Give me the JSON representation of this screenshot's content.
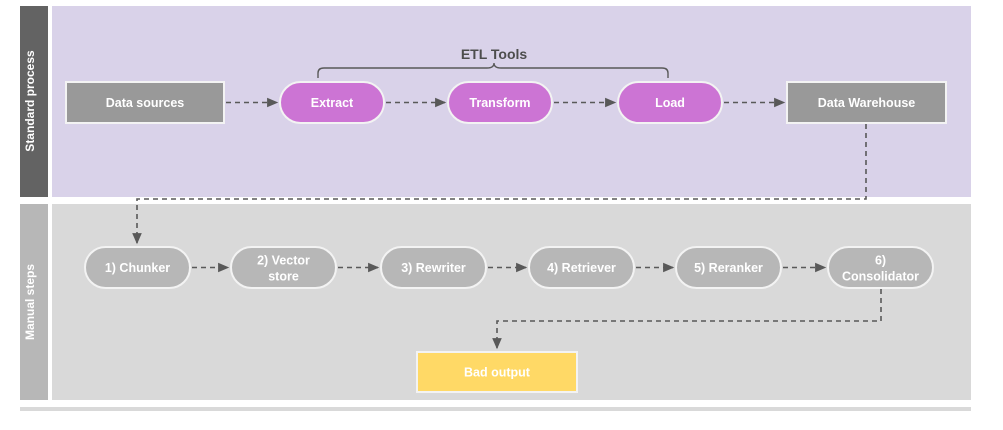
{
  "diagram": {
    "title_bands": [
      {
        "id": "standard-process",
        "label": "Standard process",
        "fill": "#636363",
        "panel_fill": "#d9d2e9"
      },
      {
        "id": "manual-steps",
        "label": "Manual steps",
        "fill": "#b7b7b7",
        "panel_fill": "#d9d9d9"
      }
    ],
    "annotations": [
      {
        "id": "etl-brace",
        "label": "ETL Tools",
        "color": "#4d4d4d"
      }
    ],
    "standard_process": {
      "nodes": [
        {
          "id": "data-sources",
          "label": "Data sources",
          "shape": "rect",
          "fill": "#999999"
        },
        {
          "id": "extract",
          "label": "Extract",
          "shape": "pill",
          "fill": "#cc74d4"
        },
        {
          "id": "transform",
          "label": "Transform",
          "shape": "pill",
          "fill": "#cc74d4"
        },
        {
          "id": "load",
          "label": "Load",
          "shape": "pill",
          "fill": "#cc74d4"
        },
        {
          "id": "data-warehouse",
          "label": "Data Warehouse",
          "shape": "rect",
          "fill": "#999999"
        }
      ]
    },
    "manual_steps": {
      "nodes": [
        {
          "id": "chunker",
          "label": "1) Chunker",
          "shape": "pill",
          "fill": "#b7b7b7"
        },
        {
          "id": "vector-store",
          "label": "2) Vector store",
          "line1": "2) Vector",
          "line2": "store",
          "shape": "pill",
          "fill": "#b7b7b7"
        },
        {
          "id": "rewriter",
          "label": "3) Rewriter",
          "shape": "pill",
          "fill": "#b7b7b7"
        },
        {
          "id": "retriever",
          "label": "4) Retriever",
          "shape": "pill",
          "fill": "#b7b7b7"
        },
        {
          "id": "reranker",
          "label": "5) Reranker",
          "shape": "pill",
          "fill": "#b7b7b7"
        },
        {
          "id": "consolidator",
          "label": "6) Consolidator",
          "line1": "6)",
          "line2": "Consolidator",
          "shape": "pill",
          "fill": "#b7b7b7"
        },
        {
          "id": "bad-output",
          "label": "Bad output",
          "shape": "rect",
          "fill": "#ffd966"
        }
      ]
    },
    "colors": {
      "edge": "#595959",
      "node_stroke": "#f3f3f3",
      "purple_panel": "#d9d2e9",
      "gray_panel": "#d9d9d9",
      "dark_band": "#636363",
      "mid_band": "#b7b7b7",
      "gray_node": "#999999",
      "magenta_node": "#cc74d4",
      "yellow_node": "#ffd966",
      "baseline_rule": "#d9d9d9"
    }
  }
}
